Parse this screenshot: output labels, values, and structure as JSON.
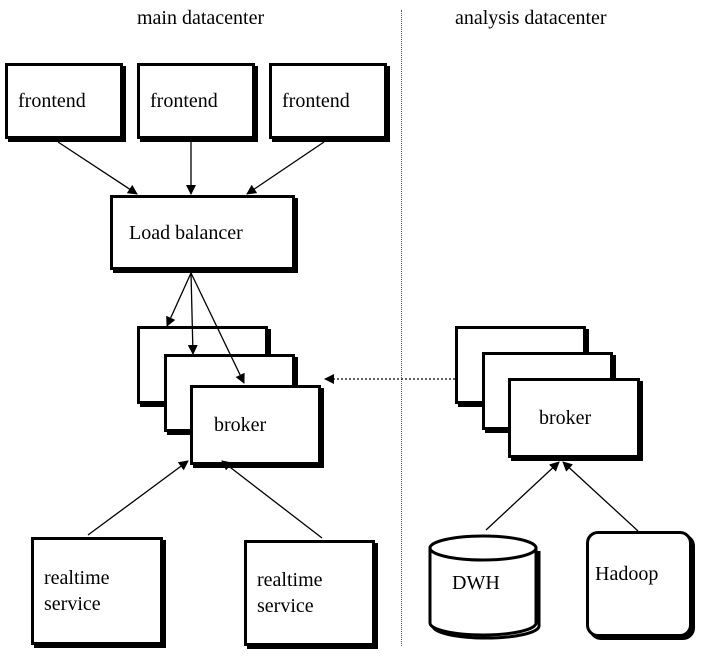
{
  "titles": {
    "main": "main datacenter",
    "analysis": "analysis datacenter"
  },
  "main": {
    "frontends": [
      "frontend",
      "frontend",
      "frontend"
    ],
    "load_balancer": "Load balancer",
    "broker": "broker",
    "realtime_services": [
      "realtime\nservice",
      "realtime\nservice"
    ]
  },
  "analysis": {
    "broker": "broker",
    "dwh": "DWH",
    "hadoop": "Hadoop"
  }
}
